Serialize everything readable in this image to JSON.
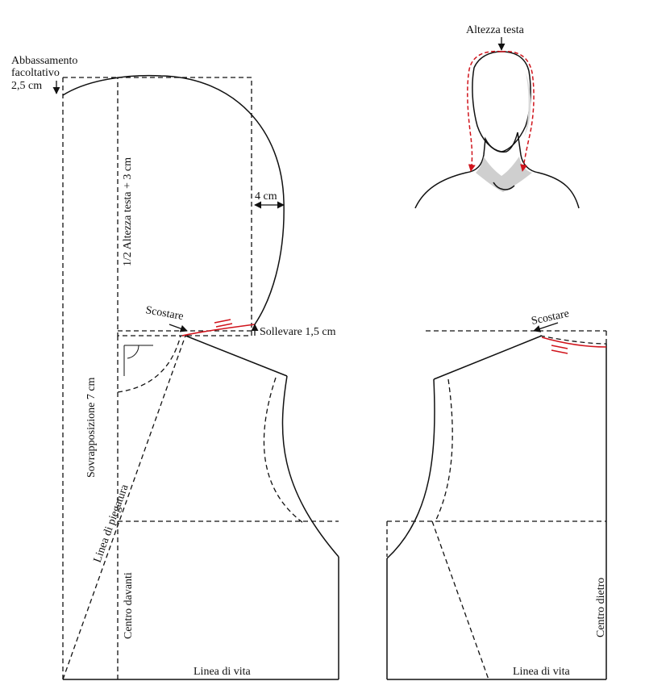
{
  "labels": {
    "altezza_testa": "Altezza testa",
    "abbassamento_line1": "Abbassamento",
    "abbassamento_line2": "facoltativo",
    "abbassamento_line3": "2,5 cm",
    "meta_altezza": "1/2 Altezza testa + 3 cm",
    "quattro_cm": "4 cm",
    "scostare_front": "Scostare",
    "sollevare": "Sollevare 1,5 cm",
    "sovrapposizione": "Sovrapposizione 7 cm",
    "linea_piegatura": "Linea di piegatura",
    "centro_davanti": "Centro davanti",
    "linea_vita_front": "Linea di vita",
    "scostare_back": "Scostare",
    "centro_dietro": "Centro dietro",
    "linea_vita_back": "Linea di vita"
  },
  "colors": {
    "line": "#111111",
    "adjustment_red": "#d0141c"
  }
}
